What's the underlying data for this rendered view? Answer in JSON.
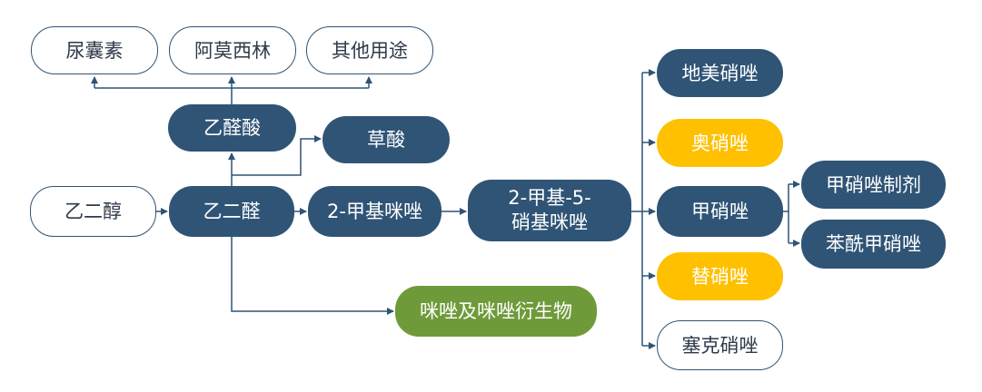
{
  "nodes": {
    "urea": "尿囊素",
    "amoxicillin": "阿莫西林",
    "other_uses": "其他用途",
    "glyoxylic_acid": "乙醛酸",
    "oxalic_acid": "草酸",
    "ethylene_glycol": "乙二醇",
    "glyoxal": "乙二醛",
    "methylimidazole": "2-甲基咪唑",
    "nitroimidazole_line1": "2-甲基-5-",
    "nitroimidazole_line2": "硝基咪唑",
    "imidazole_derivatives": "咪唑及咪唑衍生物",
    "dimetridazole": "地美硝唑",
    "ornidazole": "奥硝唑",
    "metronidazole": "甲硝唑",
    "tinidazole": "替硝唑",
    "secnidazole": "塞克硝唑",
    "metronidazole_preparations": "甲硝唑制剂",
    "benzoyl_metronidazole": "苯酰甲硝唑"
  },
  "colors": {
    "dark": "#2f5476",
    "yellow": "#ffc000",
    "green": "#6f9a3a",
    "line": "#2f5476"
  }
}
